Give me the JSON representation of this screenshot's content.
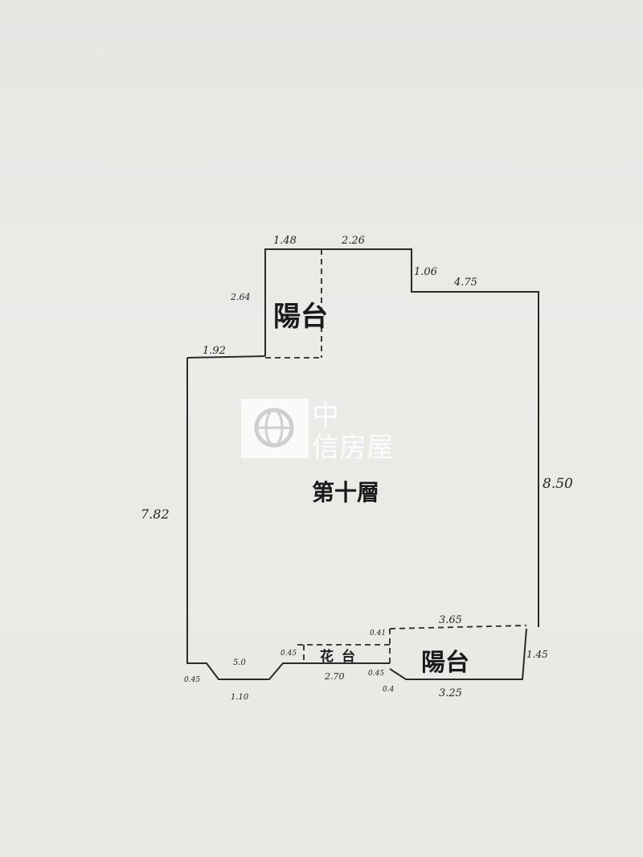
{
  "rooms": {
    "main": "第十層",
    "balcony_top": "陽台",
    "balcony_bottom": "陽台",
    "flower_bed": "花台"
  },
  "dimensions": {
    "top_left": "1.48",
    "top_mid": "2.26",
    "step_vertical": "1.06",
    "step_horizontal": "4.75",
    "balcony_side": "2.64",
    "left_ledge": "1.92",
    "left_height": "7.82",
    "right_height": "8.50",
    "bottom_recess_inner": "5.0",
    "bottom_recess_outer": "1.10",
    "bottom_left_small": "0.45",
    "flower_left_small": "0.45",
    "flower_width": "2.70",
    "flower_right_small": "0.45",
    "balcony2_top_small": "0.41",
    "balcony2_top": "3.65",
    "balcony2_bottom_small": "0.4",
    "balcony2_bottom": "3.25",
    "balcony2_side": "1.45"
  },
  "watermark": {
    "line1": "中",
    "line2": "信房屋"
  }
}
